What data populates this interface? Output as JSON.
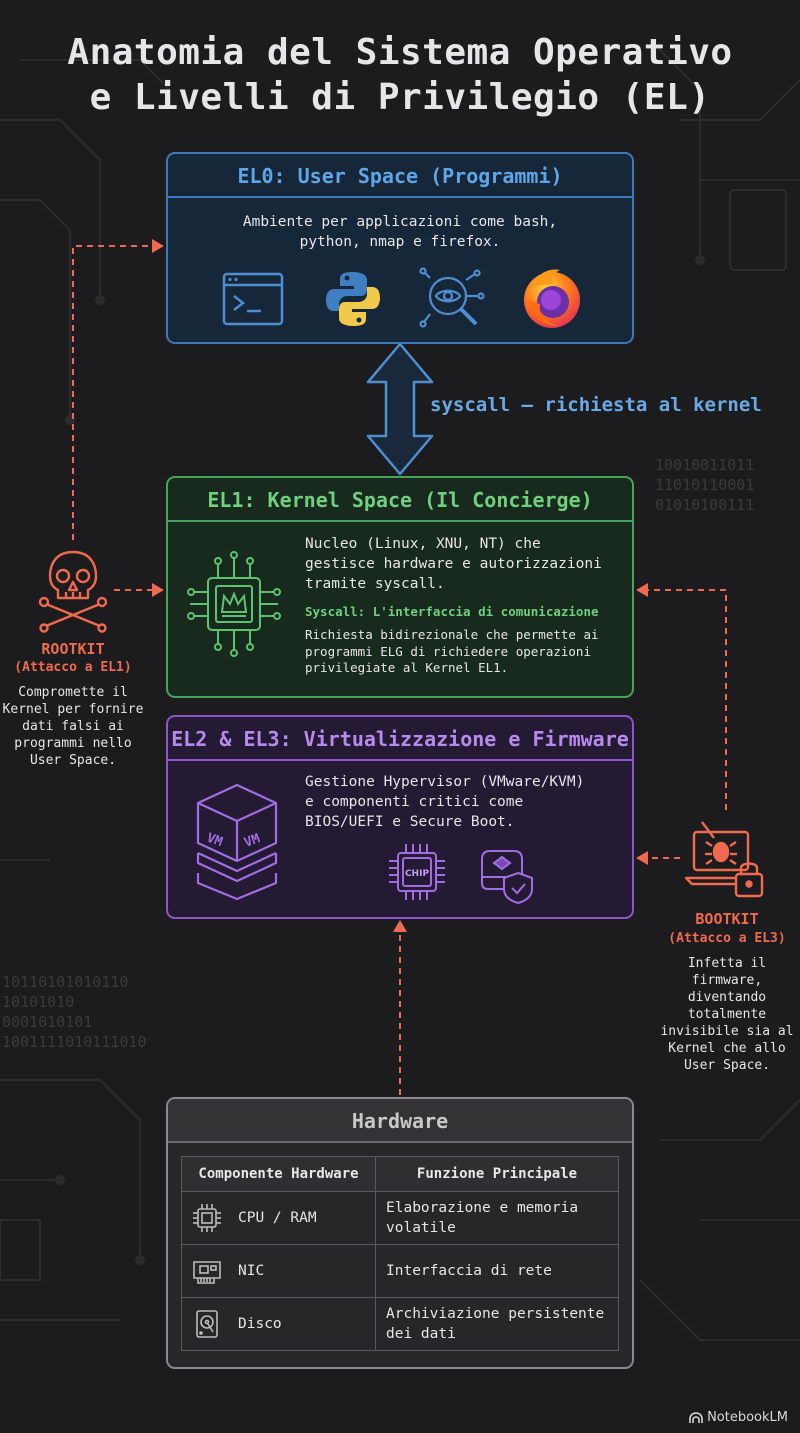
{
  "title_line1": "Anatomia del Sistema Operativo",
  "title_line2": "e Livelli di Privilegio (EL)",
  "el0": {
    "header": "EL0: User Space (Programmi)",
    "desc_line1": "Ambiente per applicazioni come bash,",
    "desc_line2": "python, nmap e firefox.",
    "icons": [
      "terminal-icon",
      "python-icon",
      "nmap-eye-icon",
      "firefox-icon"
    ]
  },
  "syscall_label": "syscall — richiesta al kernel",
  "el1": {
    "header": "EL1: Kernel Space (Il Concierge)",
    "desc_line1": "Nucleo (Linux, XNU, NT) che",
    "desc_line2": "gestisce hardware e autorizzazioni",
    "desc_line3": "tramite syscall.",
    "subtitle": "Syscall: L'interfaccia di comunicazione",
    "sub_line1": "Richiesta bidirezionale che permette ai",
    "sub_line2": "programmi ELG di richiedere operazioni",
    "sub_line3": "privilegiate al Kernel EL1.",
    "icons": [
      "chip-crown-icon"
    ]
  },
  "el2": {
    "header": "EL2 & EL3: Virtualizzazione e Firmware",
    "desc_line1": "Gestione Hypervisor (VMware/KVM)",
    "desc_line2": "e componenti critici come",
    "desc_line3": "BIOS/UEFI e Secure Boot.",
    "vm_label": "VM",
    "chip_label": "CHIP",
    "icons": [
      "vm-stack-icon",
      "chip-icon",
      "secure-drive-icon"
    ]
  },
  "rootkit": {
    "title": "ROOTKIT",
    "subtitle": "(Attacco a EL1)",
    "desc_line1": "Compromette il",
    "desc_line2": "Kernel per fornire",
    "desc_line3": "dati falsi ai",
    "desc_line4": "programmi nello",
    "desc_line5": "User Space.",
    "icon": "skull-icon"
  },
  "bootkit": {
    "title": "BOOTKIT",
    "subtitle": "(Attacco a EL3)",
    "desc_line1": "Infetta il",
    "desc_line2": "firmware,",
    "desc_line3": "diventando",
    "desc_line4": "totalmente",
    "desc_line5": "invisibile sia al",
    "desc_line6": "Kernel che allo",
    "desc_line7": "User Space.",
    "icon": "laptop-bug-icon"
  },
  "hardware": {
    "header": "Hardware",
    "columns": [
      "Componente Hardware",
      "Funzione Principale"
    ],
    "rows": [
      {
        "component": "CPU / RAM",
        "function_line1": "Elaborazione e memoria",
        "function_line2": "volatile",
        "icon": "cpu-icon"
      },
      {
        "component": "NIC",
        "function_line1": "Interfaccia di rete",
        "function_line2": "",
        "icon": "nic-icon"
      },
      {
        "component": "Disco",
        "function_line1": "Archiviazione persistente",
        "function_line2": "dei dati",
        "icon": "disk-icon"
      }
    ]
  },
  "bits_left": [
    "10110101010110",
    "10101010",
    "0001010101",
    "1001111010111010"
  ],
  "bits_right": [
    "10010011011",
    "11010110001",
    "01010100111"
  ],
  "logo": "NotebookLM",
  "colors": {
    "el0": "#3e79b8",
    "el1": "#4aa35c",
    "el2": "#8d55c9",
    "attack": "#f06a4f",
    "background": "#1c1c1e"
  }
}
